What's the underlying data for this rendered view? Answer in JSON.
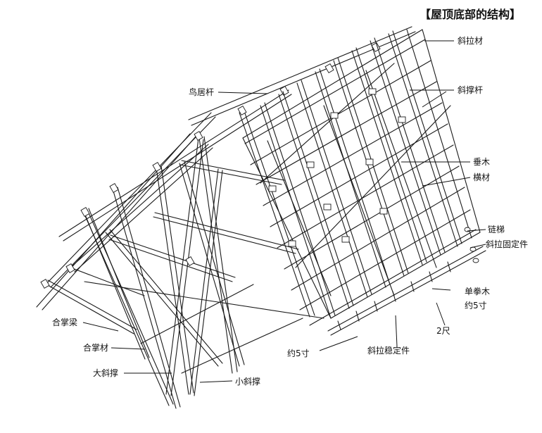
{
  "title": "【屋顶底部的结构】",
  "labels": {
    "xielacai": "斜拉材",
    "xiechenggan": "斜撑杆",
    "niaojugan": "鸟居杆",
    "chuimu": "垂木",
    "hengcai": "横材",
    "liantI": "链梯",
    "xielaguding": "斜拉固定件",
    "danquanmu": "单拳木",
    "yue5cun_right": "约5寸",
    "erchi": "2尺",
    "xielawending": "斜拉稳定件",
    "yue5cun_bottom": "约5寸",
    "hezhangliang": "合掌梁",
    "hezhangcai": "合掌材",
    "dxiecheng": "大斜撑",
    "xxiecheng": "小斜撑"
  }
}
